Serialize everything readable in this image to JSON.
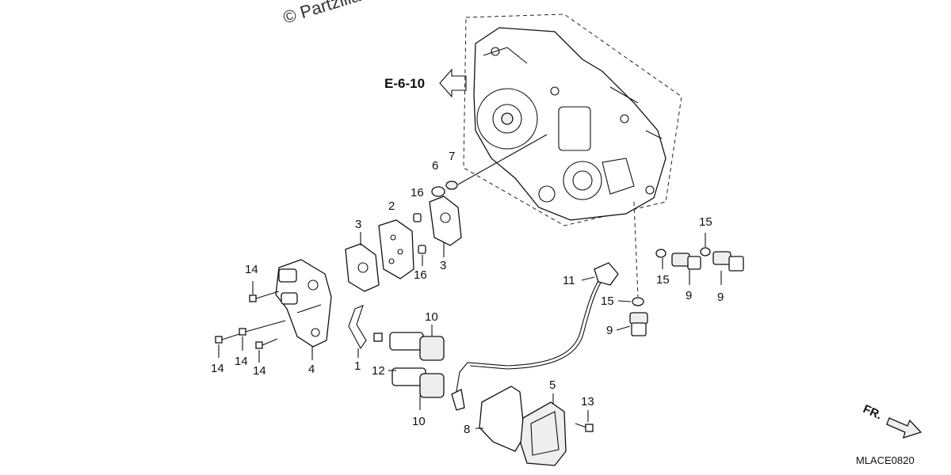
{
  "watermark": "© Partzilla.com",
  "reference": "E-6-10",
  "diagram_code": "MLACE0820",
  "front_marker": "FR.",
  "callouts": {
    "c1": "1",
    "c2": "2",
    "c3a": "3",
    "c3b": "3",
    "c4": "4",
    "c5": "5",
    "c6": "6",
    "c7": "7",
    "c8": "8",
    "c9a": "9",
    "c9b": "9",
    "c9c": "9",
    "c10a": "10",
    "c10b": "10",
    "c11": "11",
    "c12": "12",
    "c13": "13",
    "c14a": "14",
    "c14b": "14",
    "c14c": "14",
    "c14d": "14",
    "c15a": "15",
    "c15b": "15",
    "c15c": "15",
    "c16a": "16",
    "c16b": "16"
  }
}
